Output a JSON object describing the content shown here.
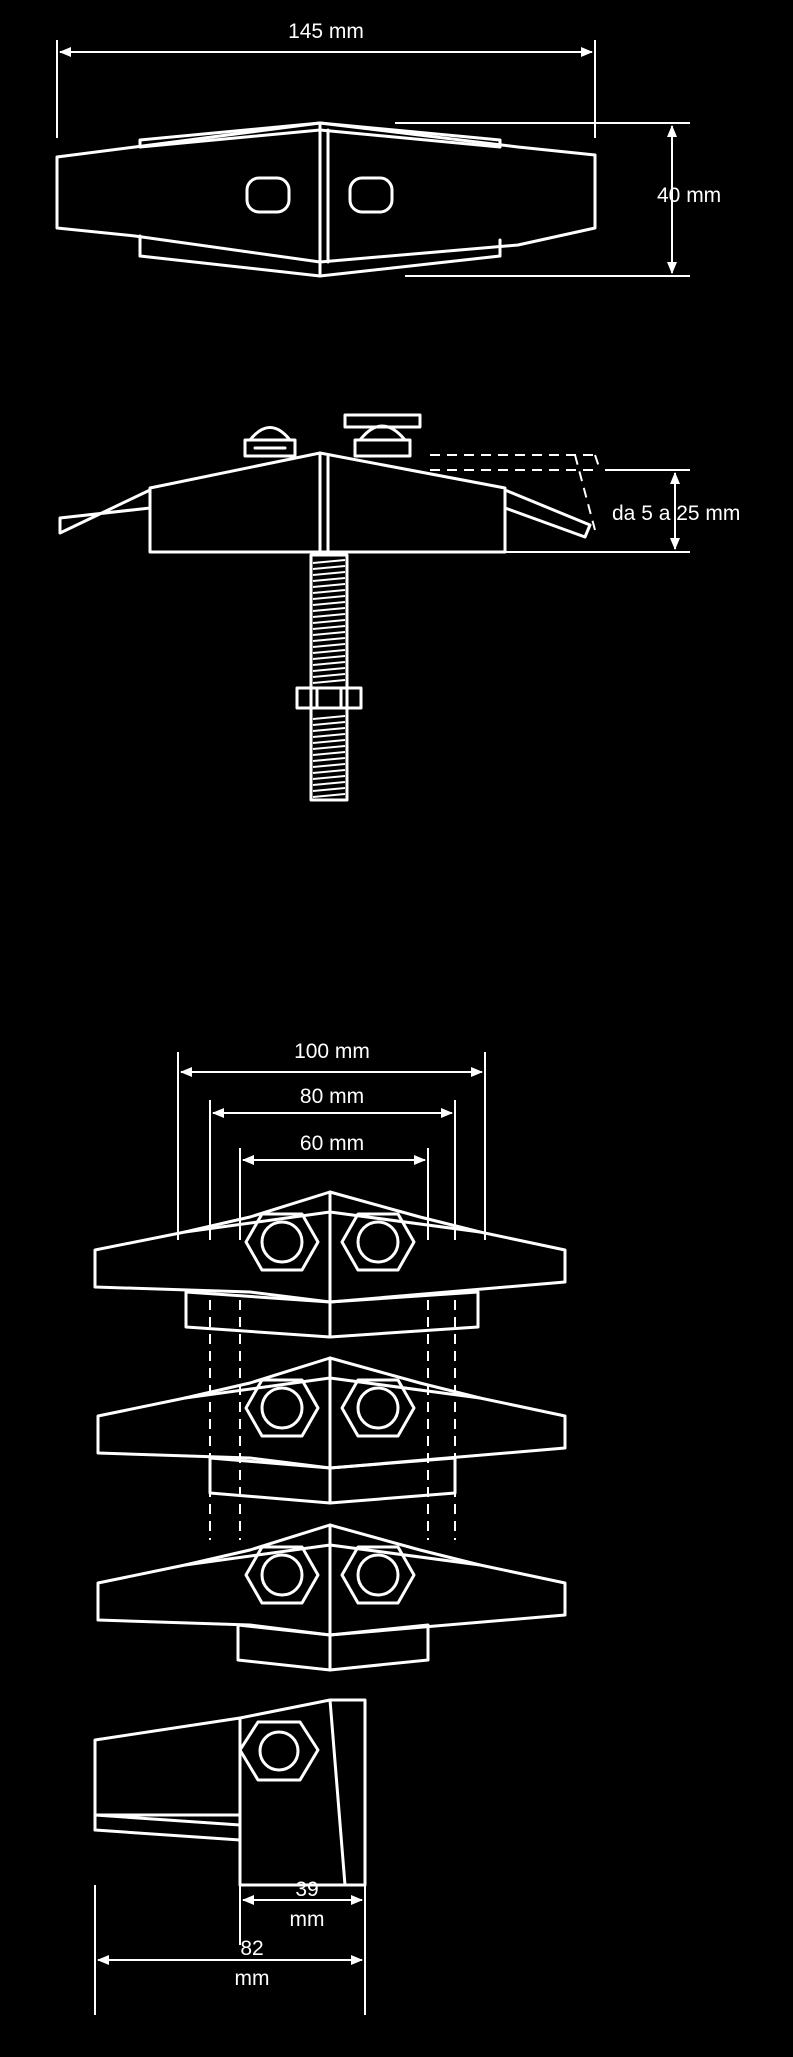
{
  "colors": {
    "background": "#000000",
    "drawing": "#ffffff"
  },
  "dimensions": {
    "overall_length": "145 mm",
    "height": "40 mm",
    "clamp_range": "da 5 a 25 mm",
    "spacing_100": "100 mm",
    "spacing_80": "80 mm",
    "spacing_60": "60 mm",
    "end_width_value": "39",
    "end_width_unit": "mm",
    "end_length_value": "82",
    "end_length_unit": "mm"
  }
}
